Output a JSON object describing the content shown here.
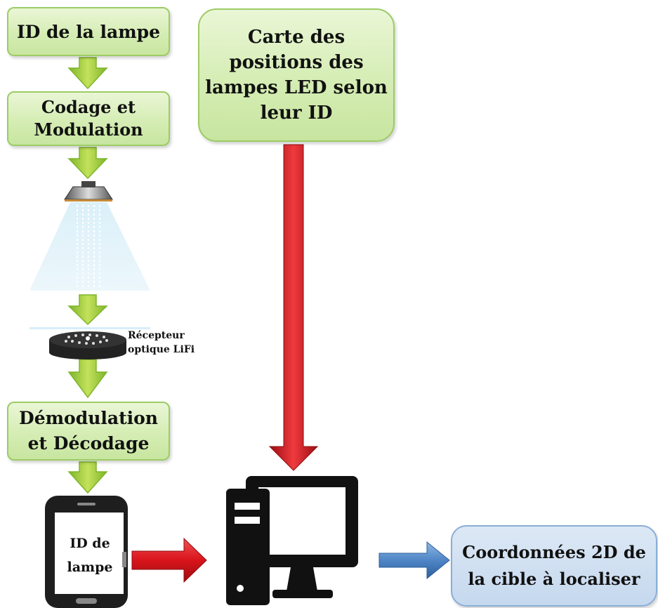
{
  "nodes": {
    "id_lampe": "ID de la lampe",
    "codage": "Codage et\nModulation",
    "carte": "Carte des\npositions des\nlampes LED selon\nleur ID",
    "recepteur": "Récepteur\noptique LiFi",
    "demodulation": "Démodulation\net Décodage",
    "phone_screen": "ID de\nlampe",
    "coordonnees": "Coordonnées 2D de\nla cible à localiser"
  },
  "colors": {
    "green_arrow": "#a6ce39",
    "green_box": "#d5edb4",
    "red_arrow": "#d9141b",
    "blue_arrow": "#4f86c6",
    "blue_box": "#c5d8ee",
    "icon": "#111111"
  },
  "icons": [
    "led-lamp-icon",
    "lifi-receiver-icon",
    "smartphone-icon",
    "desktop-computer-icon"
  ]
}
